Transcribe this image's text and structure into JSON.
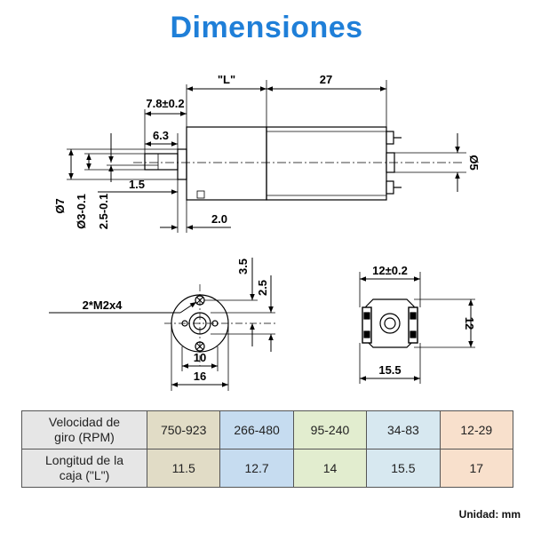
{
  "title": "Dimensiones",
  "side_view": {
    "dim_L": "\"L\"",
    "dim_27": "27",
    "dim_7_8": "7.8±0.2",
    "dim_6_3": "6.3",
    "dim_1_5": "1.5",
    "dim_2_0": "2.0",
    "dim_d7": "Ø7",
    "dim_d3": "Ø3-0.1",
    "dim_2_5": "2.5-0.1",
    "dim_d5": "Ø5"
  },
  "front_view": {
    "screw_label": "2*M2x4",
    "dim_3_5": "3.5",
    "dim_2_5": "2.5",
    "dim_10": "10",
    "dim_16": "16"
  },
  "rear_view": {
    "dim_12_tol": "12±0.2",
    "dim_12": "12",
    "dim_15_5": "15.5"
  },
  "table": {
    "row1_header": [
      "Velocidad de",
      "giro (RPM)"
    ],
    "row2_header": [
      "Longitud de la",
      "caja (\"L\")"
    ],
    "columns": [
      {
        "rpm": "750-923",
        "length": "11.5",
        "color": "#e1dcc6"
      },
      {
        "rpm": "266-480",
        "length": "12.7",
        "color": "#c6dcf0"
      },
      {
        "rpm": "95-240",
        "length": "14",
        "color": "#e2edcf"
      },
      {
        "rpm": "34-83",
        "length": "15.5",
        "color": "#d7e8f0"
      },
      {
        "rpm": "12-29",
        "length": "17",
        "color": "#f8e0cc"
      }
    ]
  },
  "unit_note": "Unidad: mm"
}
